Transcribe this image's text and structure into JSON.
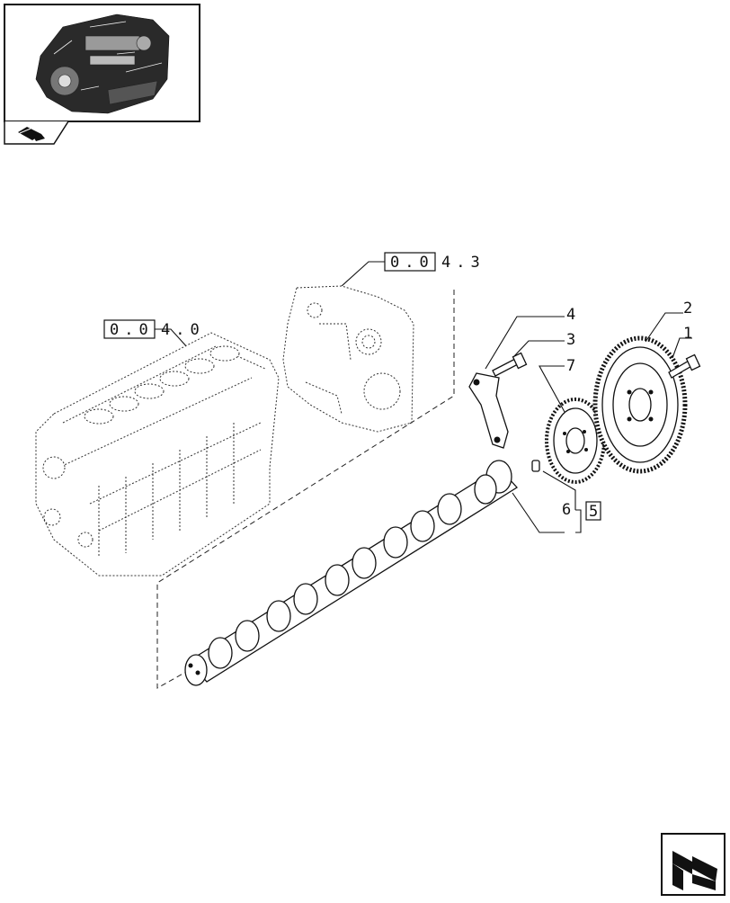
{
  "references": {
    "block": "0.04.0",
    "gear_cover": "0.04.3",
    "block_boxed": "0.0",
    "block_rest": "4.0",
    "gear_cover_boxed": "0.0",
    "gear_cover_rest": "4.3"
  },
  "callouts": [
    {
      "id": "1",
      "part": "gear-bolt"
    },
    {
      "id": "2",
      "part": "camshaft-gear-large"
    },
    {
      "id": "3",
      "part": "plate-bolt"
    },
    {
      "id": "4",
      "part": "thrust-plate"
    },
    {
      "id": "5",
      "part": "kit-boxed"
    },
    {
      "id": "6",
      "part": "dowel-pin"
    },
    {
      "id": "7",
      "part": "camshaft-gear-small"
    }
  ],
  "thumbnail_icon": "engine-thumbnail",
  "nav_icon": "next-page-arrow-icon"
}
